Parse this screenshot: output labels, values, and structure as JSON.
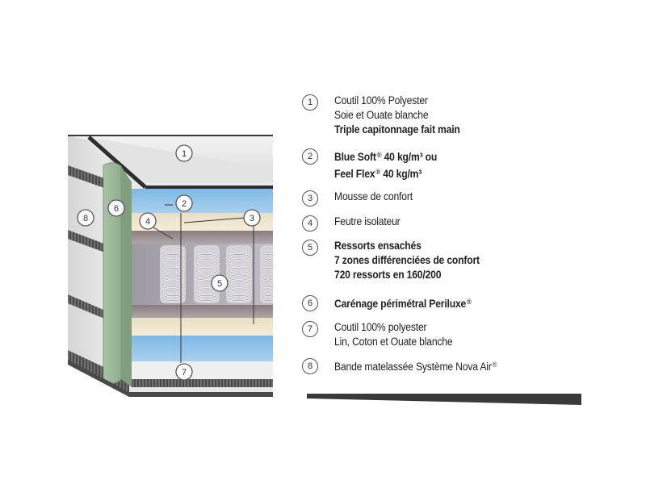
{
  "diagram": {
    "markers": [
      "1",
      "2",
      "3",
      "4",
      "5",
      "6",
      "7",
      "8"
    ]
  },
  "legend": [
    {
      "number": "1",
      "line1": "Coutil 100% Polyester",
      "line2": "Soie et Ouate blanche",
      "line3": "Triple capitonnage fait main"
    },
    {
      "number": "2",
      "line1a": "Blue Soft",
      "line1b": "40 kg/m³ ou",
      "line2a": "Feel Flex",
      "line2b": "40 kg/m³",
      "reg": "®"
    },
    {
      "number": "3",
      "line1": "Mousse de confort"
    },
    {
      "number": "4",
      "line1": "Feutre isolateur"
    },
    {
      "number": "5",
      "line1": "Ressorts ensachés",
      "line2": "7 zones différenciées de confort",
      "line3": "720 ressorts en 160/200"
    },
    {
      "number": "6",
      "line1": "Carénage périmétral Periluxe",
      "reg": "®"
    },
    {
      "number": "7",
      "line1": "Coutil 100% polyester",
      "line2": "Lin, Coton et Ouate blanche"
    },
    {
      "number": "8",
      "line1": "Bande matelassée Système Nova Air",
      "reg": "®"
    }
  ]
}
